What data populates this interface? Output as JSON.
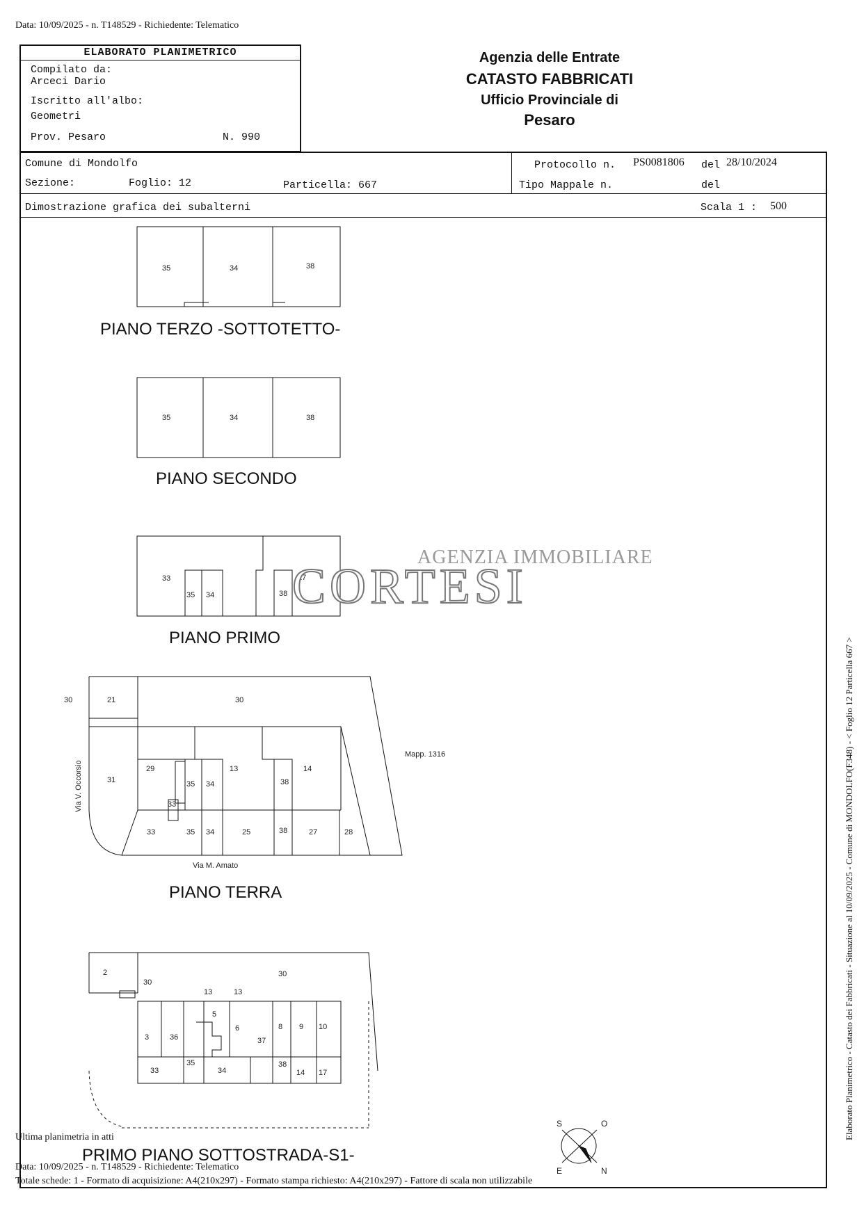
{
  "top_meta": "Data: 10/09/2025 - n. T148529 - Richiedente: Telematico",
  "box_title": "ELABORATO PLANIMETRICO",
  "compilato_label": "Compilato da:",
  "compilato_name": "Arceci Dario",
  "iscritto_label": "Iscritto all'albo:",
  "iscritto_value": "Geometri",
  "prov_label": "Prov. Pesaro",
  "number": "N. 990",
  "agency": {
    "line1": "Agenzia delle Entrate",
    "line2": "CATASTO FABBRICATI",
    "line3": "Ufficio Provinciale di",
    "line4": "Pesaro"
  },
  "comune": "Comune di Mondolfo",
  "protocollo_label": "Protocollo n.",
  "protocollo_value": "PS0081806",
  "del1_label": "del",
  "del1_value": "28/10/2024",
  "sezione_label": "Sezione:",
  "foglio": "Foglio: 12",
  "particella": "Particella: 667",
  "tipo_mappale_label": "Tipo Mappale n.",
  "del2_label": "del",
  "dimostrazione": "Dimostrazione grafica dei subalterni",
  "scala_label": "Scala 1 :",
  "scala_value": "500",
  "floors": {
    "terzo": "PIANO TERZO -SOTTOTETTO-",
    "secondo": "PIANO SECONDO",
    "primo": "PIANO PRIMO",
    "terra": "PIANO TERRA",
    "sottostrada": "PRIMO PIANO SOTTOSTRADA-S1-"
  },
  "rooms": {
    "terzo": [
      "35",
      "34",
      "38"
    ],
    "secondo": [
      "35",
      "34",
      "38"
    ],
    "primo": [
      "33",
      "35",
      "34",
      "38",
      "17"
    ],
    "terra": [
      "30",
      "21",
      "30",
      "31",
      "29",
      "13",
      "14",
      "38",
      "35",
      "34",
      "33",
      "33",
      "35",
      "34",
      "25",
      "38",
      "27",
      "28"
    ],
    "sottostrada": [
      "2",
      "30",
      "30",
      "13",
      "13",
      "5",
      "3",
      "36",
      "6",
      "8",
      "9",
      "10",
      "37",
      "35",
      "33",
      "34",
      "38",
      "14",
      "17"
    ]
  },
  "street_labels": {
    "mapp": "Mapp. 1316",
    "via_occorsio": "Via V. Occorsio",
    "via_amato": "Via M. Amato"
  },
  "watermark": {
    "line1": "AGENZIA IMMOBILIARE",
    "line2": "CORTESI"
  },
  "compass": [
    "S",
    "O",
    "E",
    "N"
  ],
  "footer": {
    "ultima": "Ultima planimetria in atti",
    "data": "Data: 10/09/2025 - n. T148529 - Richiedente: Telematico",
    "totale": "Totale schede: 1 - Formato di acquisizione: A4(210x297)  - Formato stampa richiesto: A4(210x297) - Fattore di scala non utilizzabile"
  },
  "vertical_note": "Elaborato Planimetrico - Catasto dei Fabbricati - Situazione al 10/09/2025 - Comune di MONDOLFO(F348) - < Foglio 12 Particella 667 >"
}
